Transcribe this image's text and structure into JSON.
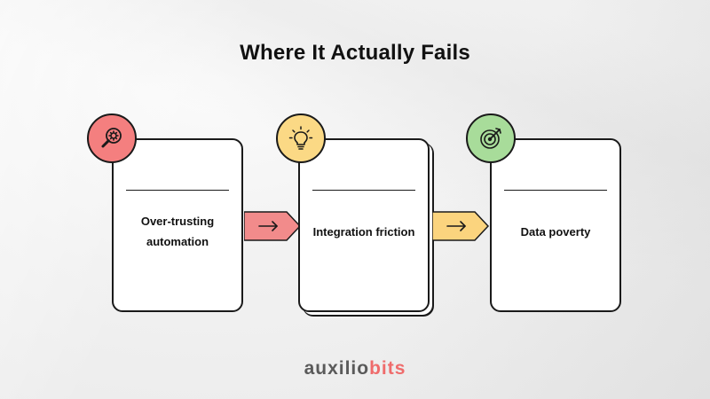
{
  "title": "Where It Actually Fails",
  "steps": [
    {
      "label": "Over-trusting automation",
      "icon": "magnifier-gear-icon",
      "badge_color": "#f47f7f"
    },
    {
      "label": "Integration friction",
      "icon": "lightbulb-icon",
      "badge_color": "#fbd985"
    },
    {
      "label": "Data poverty",
      "icon": "target-dart-icon",
      "badge_color": "#a8dc9a"
    }
  ],
  "connectors": [
    {
      "color": "#f28b8b",
      "icon": "arrow-right-icon"
    },
    {
      "color": "#fbd47e",
      "icon": "arrow-right-icon"
    }
  ],
  "logo": {
    "part1": "auxilio",
    "part2": "bits"
  }
}
